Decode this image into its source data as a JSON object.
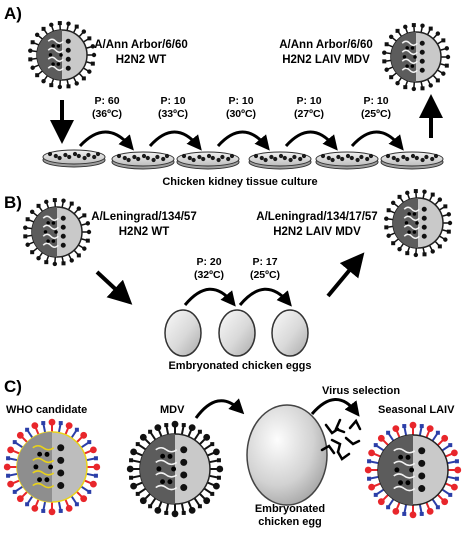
{
  "panel_a": {
    "label": "A)",
    "wt_strain": "A/Ann Arbor/6/60",
    "wt_type": "H2N2 WT",
    "mdv_strain": "A/Ann Arbor/6/60",
    "mdv_type": "H2N2 LAIV MDV",
    "passages": [
      {
        "p": "P: 60",
        "temp": "(36ºC)"
      },
      {
        "p": "P: 10",
        "temp": "(33ºC)"
      },
      {
        "p": "P: 10",
        "temp": "(30ºC)"
      },
      {
        "p": "P: 10",
        "temp": "(27ºC)"
      },
      {
        "p": "P: 10",
        "temp": "(25ºC)"
      }
    ],
    "culture_label": "Chicken kidney tissue culture"
  },
  "panel_b": {
    "label": "B)",
    "wt_strain": "A/Leningrad/134/57",
    "wt_type": "H2N2 WT",
    "mdv_strain": "A/Leningrad/134/17/57",
    "mdv_type": "H2N2 LAIV MDV",
    "passages": [
      {
        "p": "P: 20",
        "temp": "(32ºC)"
      },
      {
        "p": "P: 17",
        "temp": "(25ºC)"
      }
    ],
    "eggs_label": "Embryonated chicken eggs"
  },
  "panel_c": {
    "label": "C)",
    "who_label": "WHO candidate",
    "mdv_label": "MDV",
    "selection_label": "Virus selection",
    "laiv_label": "Seasonal LAIV",
    "egg_label_line1": "Embryonated",
    "egg_label_line2": "chicken egg"
  },
  "colors": {
    "ha_red": "#e8262b",
    "na_blue": "#2b3ea8",
    "core_gray": "#6f6f6f",
    "shell_gray": "#c9c9c9",
    "egg_gray": "#d8d8d8",
    "yellow_outline": "#e9d21a"
  }
}
